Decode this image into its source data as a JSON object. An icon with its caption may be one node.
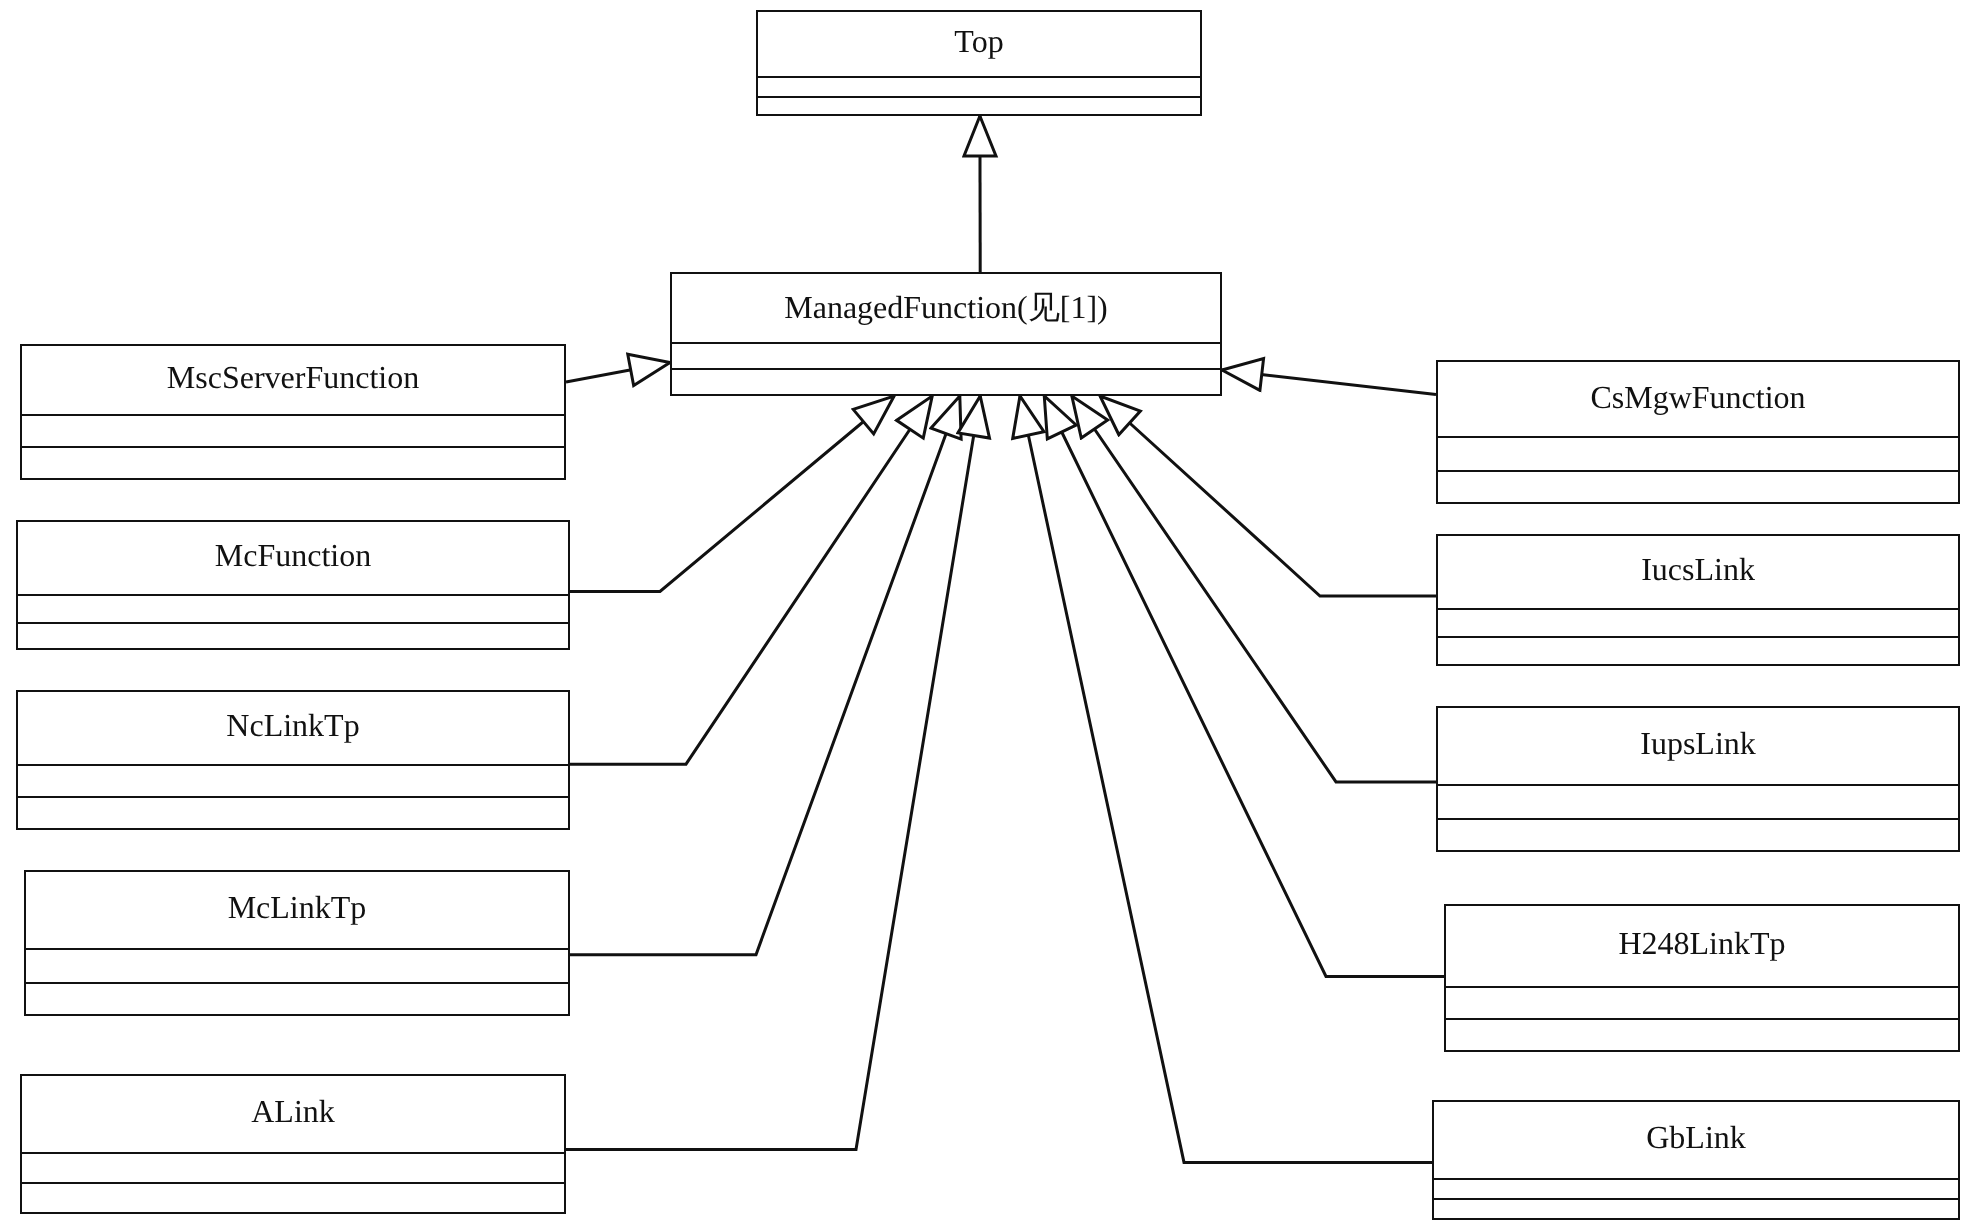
{
  "diagram": {
    "nodes": [
      {
        "text": [
          "Top"
        ]
      },
      {
        "text": [
          "ManagedFunction(见[1])"
        ]
      },
      {
        "text": [
          "MscServerFunction"
        ]
      },
      {
        "text": [
          "CsMgwFunction"
        ]
      },
      {
        "text": [
          "McFunction"
        ]
      },
      {
        "text": [
          "IucsLink"
        ]
      },
      {
        "text": [
          "NcLinkTp"
        ]
      },
      {
        "text": [
          "IupsLink"
        ]
      },
      {
        "text": [
          "McLinkTp"
        ]
      },
      {
        "text": [
          "H248LinkTp"
        ]
      },
      {
        "text": [
          "ALink"
        ]
      },
      {
        "text": [
          "GbLink"
        ]
      }
    ],
    "edges": [
      {
        "from": 1,
        "to": 0,
        "arrow": "to"
      },
      {
        "from": 2,
        "to": 1,
        "arrow": "to"
      },
      {
        "from": 3,
        "to": 1,
        "arrow": "to"
      },
      {
        "from": 4,
        "to": 1,
        "arrow": "to"
      },
      {
        "from": 5,
        "to": 1,
        "arrow": "to"
      },
      {
        "from": 6,
        "to": 1,
        "arrow": "to"
      },
      {
        "from": 7,
        "to": 1,
        "arrow": "to"
      },
      {
        "from": 8,
        "to": 1,
        "arrow": "to"
      },
      {
        "from": 9,
        "to": 1,
        "arrow": "to"
      },
      {
        "from": 10,
        "to": 1,
        "arrow": "to"
      },
      {
        "from": 11,
        "to": 1,
        "arrow": "to"
      }
    ]
  }
}
